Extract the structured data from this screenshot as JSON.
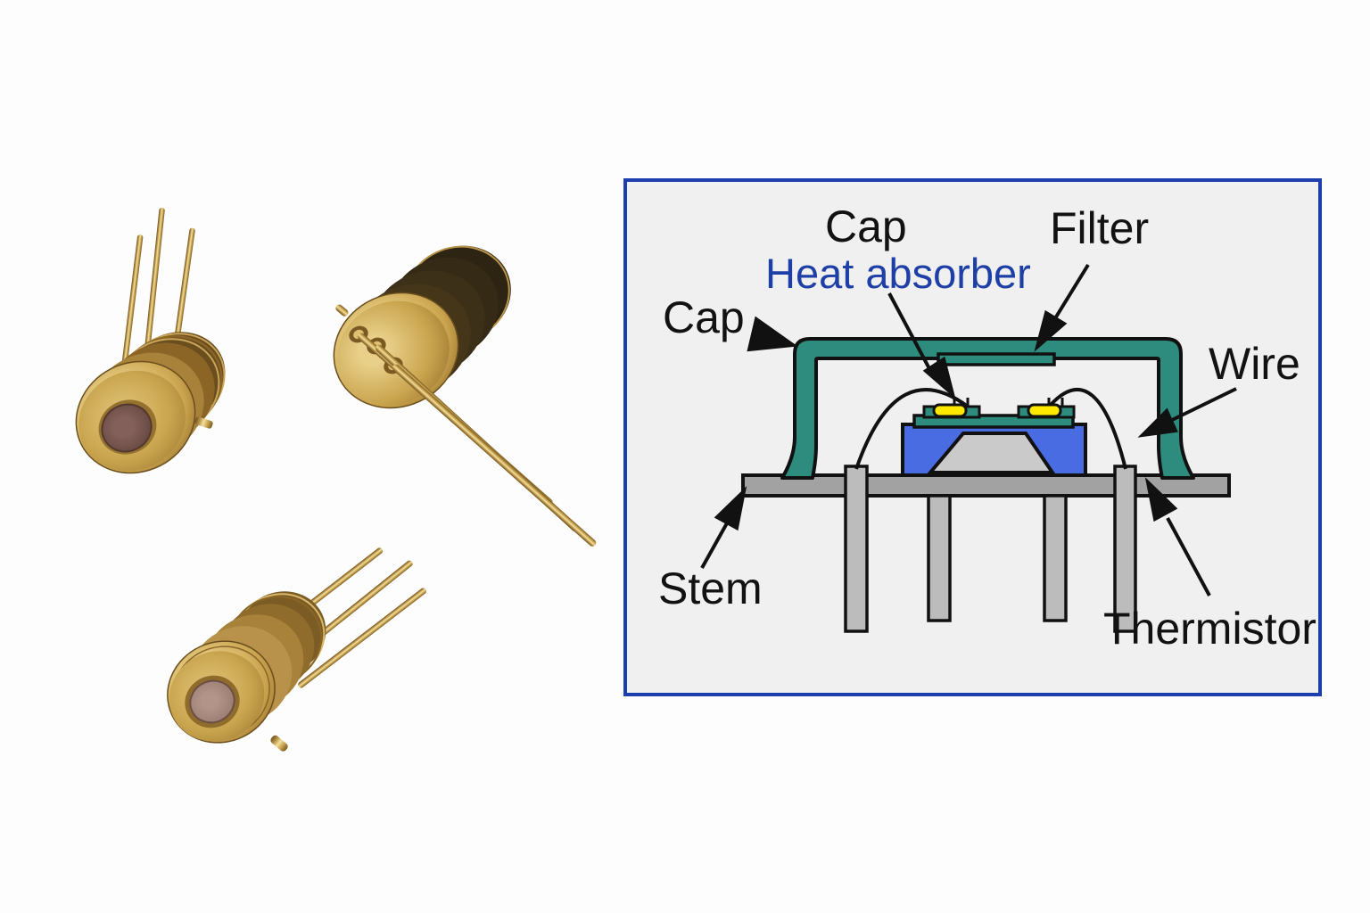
{
  "photo": {
    "sensors": [
      {
        "name": "ir-sensor-top-left",
        "part": "TO-can thermopile sensor, front face visible",
        "window_color": "#5e423a",
        "body_color": "#c9a44e"
      },
      {
        "name": "ir-sensor-middle-right",
        "part": "TO-can thermopile sensor, base with three pins visible",
        "body_color": "#2e2414"
      },
      {
        "name": "ir-sensor-bottom",
        "part": "TO-can thermopile sensor, front face visible",
        "window_color": "#96766d",
        "body_color": "#c9a44e"
      }
    ]
  },
  "diagram": {
    "background": "#f0f0f1",
    "border_color": "#1d3fae",
    "labels": {
      "cap_top": "Cap",
      "heat_absorber": "Heat absorber",
      "filter": "Filter",
      "cap_left": "Cap",
      "wire": "Wire",
      "stem": "Stem",
      "thermistor": "Thermistor"
    },
    "label_color": "#121212",
    "heat_absorber_color": "#1d3fa6",
    "colors": {
      "cap": "#2d8c7d",
      "chip": "#4a6ce2",
      "sensor_element": "#ffe900",
      "board": "#2d8c7d",
      "stem": "#a2a2a2",
      "pin": "#bcbcbc",
      "membrane": "#cacaca",
      "outline": "#111111"
    }
  }
}
